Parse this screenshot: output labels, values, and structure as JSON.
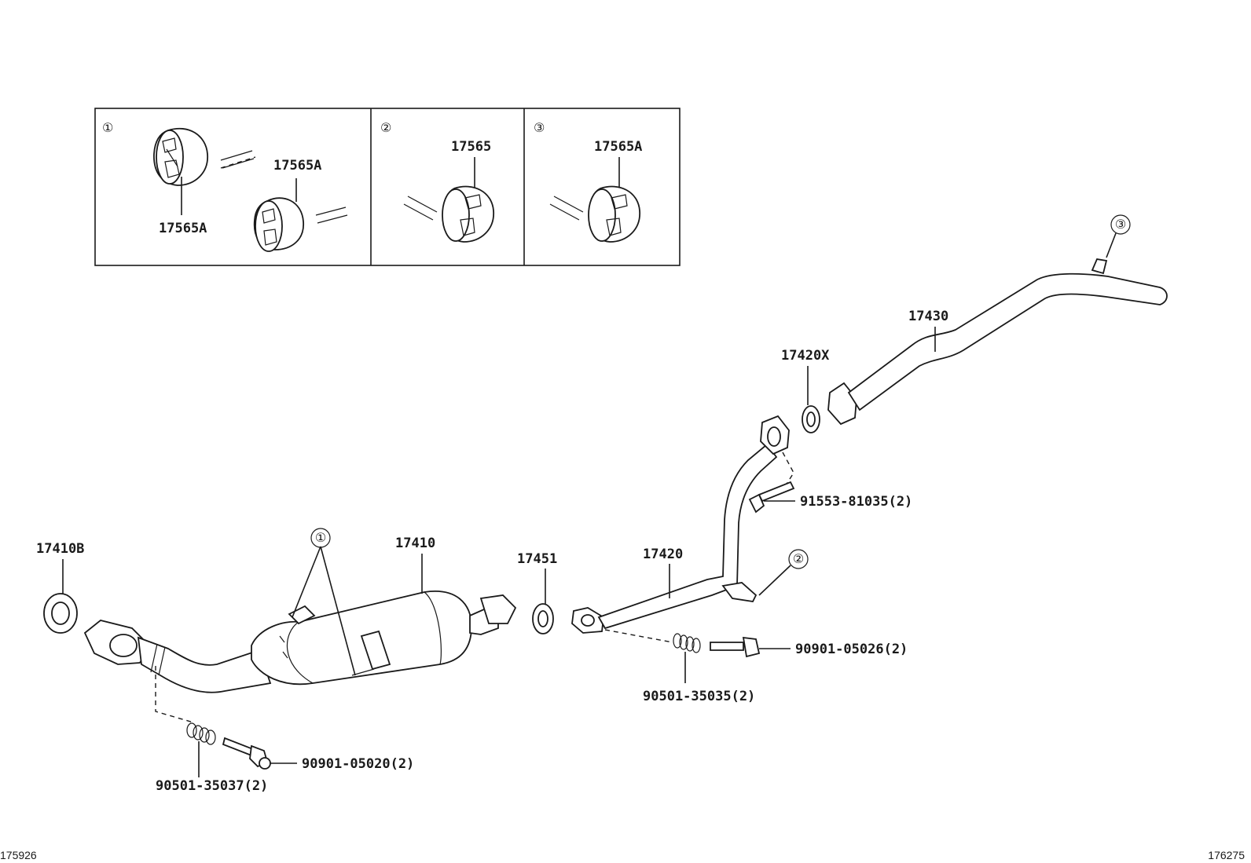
{
  "inset": {
    "panel1": {
      "ref": "①",
      "labels": [
        "17565A",
        "17565A"
      ]
    },
    "panel2": {
      "ref": "②",
      "label": "17565"
    },
    "panel3": {
      "ref": "③",
      "label": "17565A"
    }
  },
  "parts": {
    "gasket_front": "17410B",
    "converter": "17410",
    "gasket_mid": "17451",
    "center_pipe": "17420",
    "gasket_rear": "17420X",
    "tail_pipe": "17430",
    "bolt_rear_joint": "91553-81035(2)",
    "bolt_mid_joint": "90901-05026(2)",
    "spring_mid_joint": "90501-35035(2)",
    "bolt_front_joint": "90901-05020(2)",
    "spring_front_joint": "90501-35037(2)"
  },
  "callouts": {
    "hanger_converter": "①",
    "hanger_center": "②",
    "hanger_tail": "③"
  },
  "corners": {
    "left_id": "175926",
    "right_id": "176275"
  }
}
